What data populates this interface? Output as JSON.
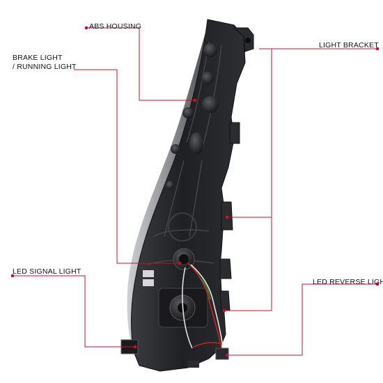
{
  "callouts": {
    "abs_housing": "ABS HOUSING",
    "brake_light_line1": "BRAKE LIGHT",
    "brake_light_line2": "/ RUNNING LIGHT",
    "light_bracket": "LIGHT BRACKET",
    "led_signal_light": "LED SIGNAL LIGHT",
    "led_reverse_light": "LED REVERSE LIGHT"
  },
  "colors": {
    "leader_line": "#c8102e",
    "housing_dark": "#1c1c1e",
    "housing_mid": "#2e2f33",
    "housing_edge": "#4a4b50",
    "background": "#ffffff"
  }
}
